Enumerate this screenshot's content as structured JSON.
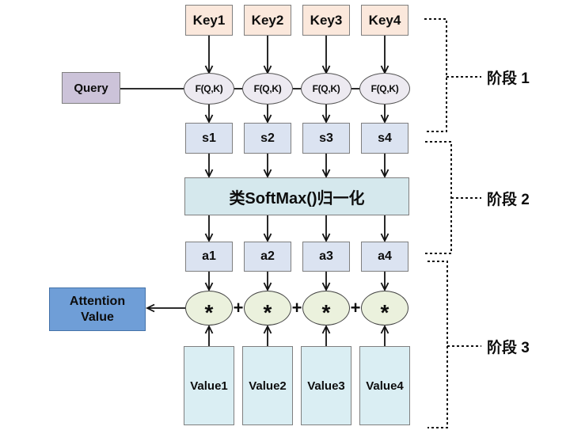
{
  "diagram": {
    "keys": [
      "Key1",
      "Key2",
      "Key3",
      "Key4"
    ],
    "query": "Query",
    "score_fn": "F(Q,K)",
    "scores": [
      "s1",
      "s2",
      "s3",
      "s4"
    ],
    "softmax_label": "类SoftMax()归一化",
    "weights": [
      "a1",
      "a2",
      "a3",
      "a4"
    ],
    "operators": {
      "multiply": "*",
      "add": "+"
    },
    "attention_label": "Attention Value",
    "values": [
      "Value1",
      "Value2",
      "Value3",
      "Value4"
    ],
    "stage_labels": [
      "阶段 1",
      "阶段 2",
      "阶段 3"
    ],
    "colors": {
      "key_fill": "#fbe8dc",
      "query_fill": "#ccc3d9",
      "score_fn_fill": "#edeaf1",
      "score_fill": "#dbe3f1",
      "softmax_fill": "#d5e8ed",
      "weight_fill": "#dbe3f1",
      "multiply_fill": "#ebf1dd",
      "attention_fill": "#6f9ed7",
      "attention_border": "#4472a8",
      "value_fill": "#daeef3",
      "box_border": "#7f7f7f",
      "line": "#111111"
    }
  }
}
